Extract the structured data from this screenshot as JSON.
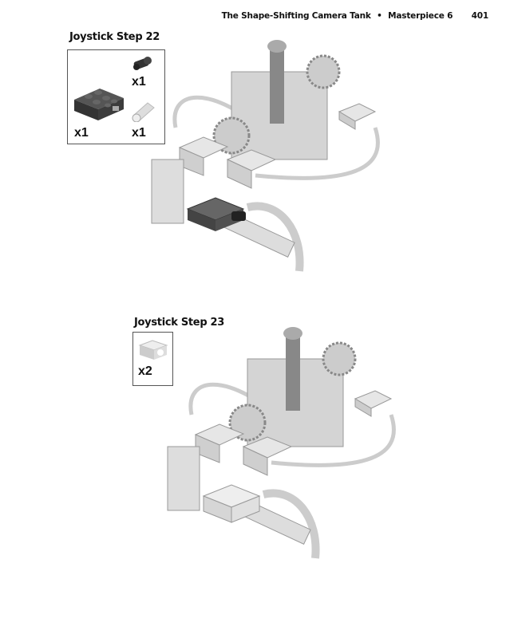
{
  "header": {
    "book_title": "The Shape-Shifting Camera Tank",
    "separator": "•",
    "chapter": "Masterpiece 6",
    "page_number": "401"
  },
  "steps": [
    {
      "title": "Joystick Step 22",
      "parts": [
        {
          "name": "dark-axle-connector",
          "qty": "x1"
        },
        {
          "name": "dark-2x3-brick",
          "qty": "x1"
        },
        {
          "name": "light-bush",
          "qty": "x1"
        }
      ]
    },
    {
      "title": "Joystick Step 23",
      "parts": [
        {
          "name": "light-1x2-technic-brick",
          "qty": "x2"
        }
      ]
    }
  ]
}
